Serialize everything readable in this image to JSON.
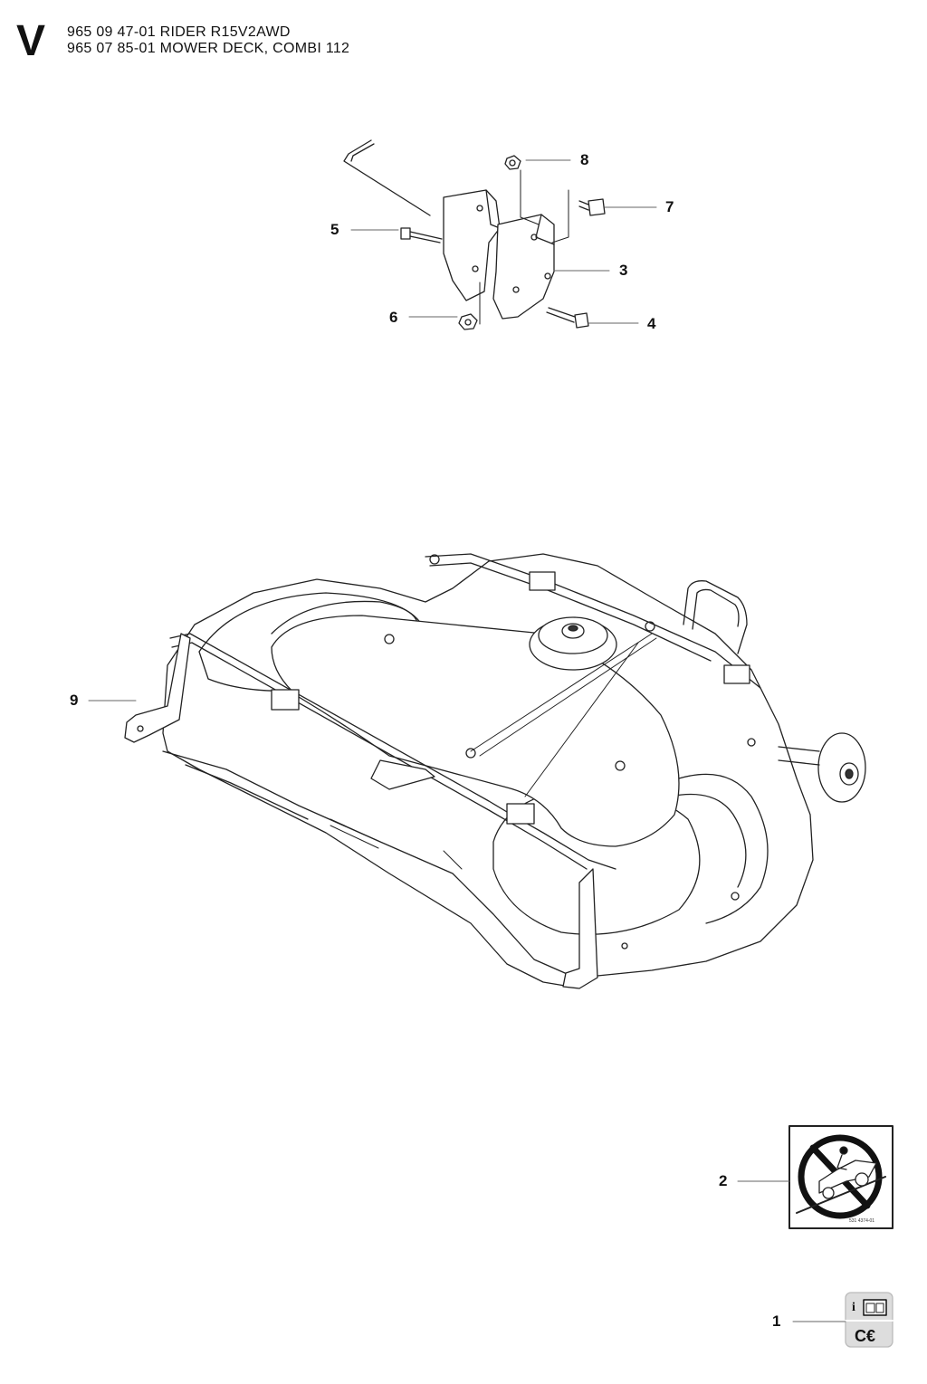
{
  "header": {
    "section_letter": "V",
    "lines": [
      "965 09 47-01 RIDER R15V2AWD",
      "965 07 85-01 MOWER DECK, COMBI 112"
    ]
  },
  "callouts": [
    "1",
    "2",
    "3",
    "4",
    "5",
    "6",
    "7",
    "8",
    "9"
  ],
  "parts": {
    "decal_warning_code": "531 4374-01"
  }
}
